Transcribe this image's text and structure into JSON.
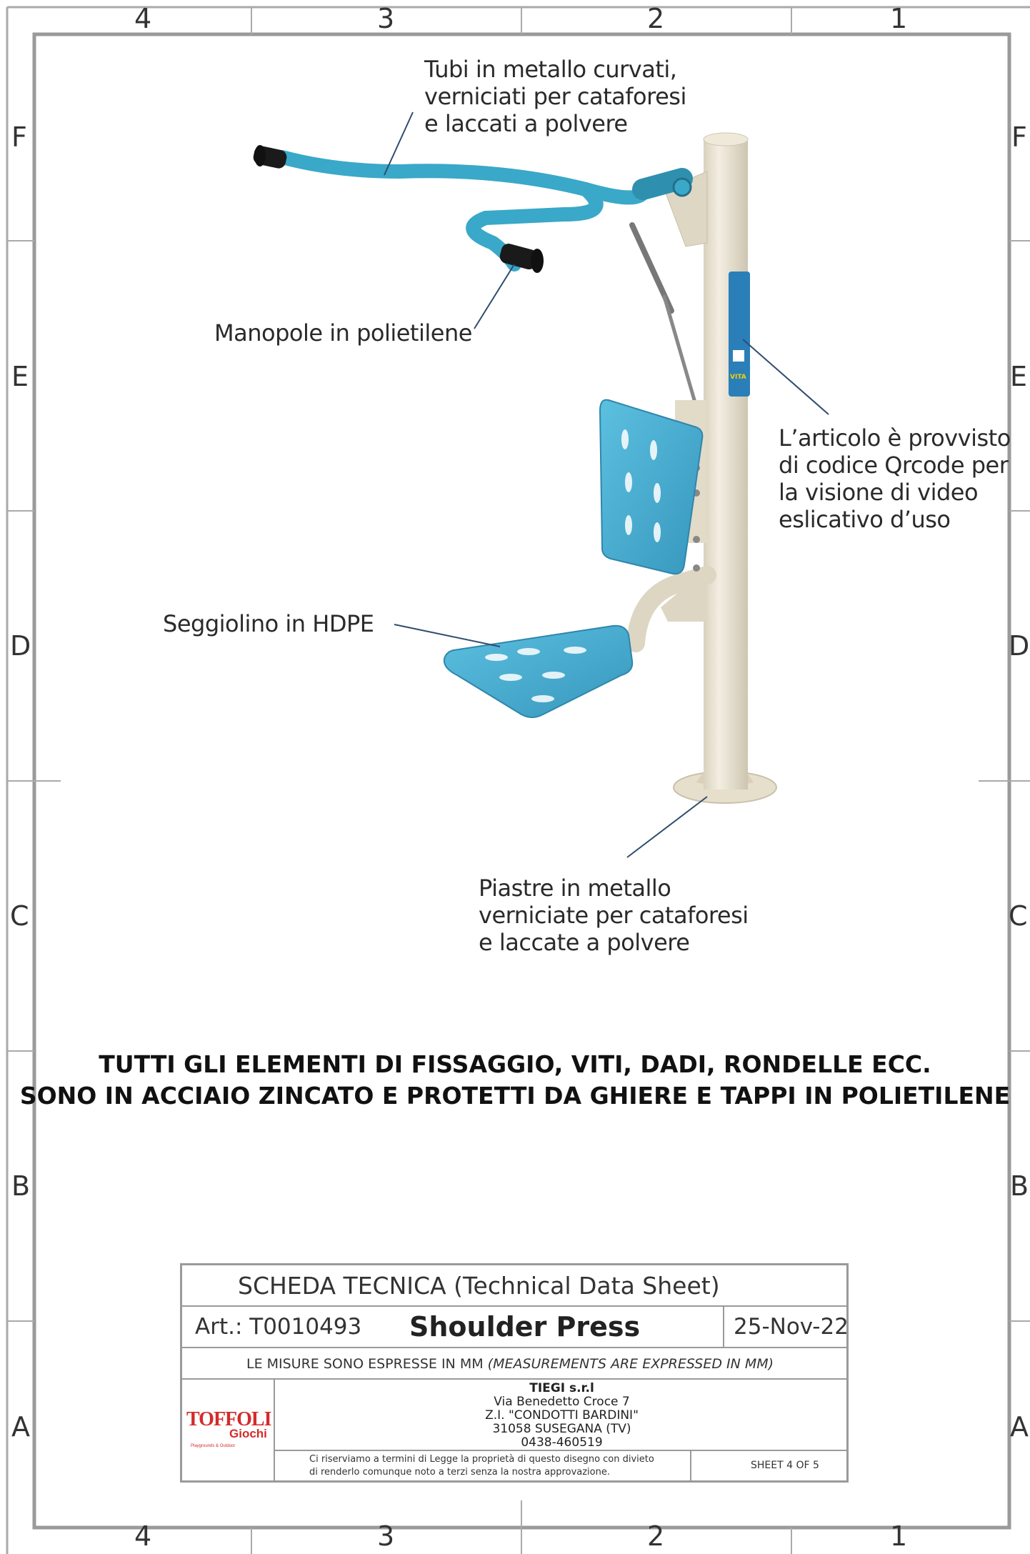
{
  "frame": {
    "columns_top": [
      "4",
      "3",
      "2",
      "1"
    ],
    "columns_bottom": [
      "4",
      "3",
      "2",
      "1"
    ],
    "rows_left": [
      "F",
      "E",
      "D",
      "C",
      "B",
      "A"
    ],
    "rows_right": [
      "F",
      "E",
      "D",
      "C",
      "B",
      "A"
    ]
  },
  "callouts": {
    "tubes": [
      "Tubi in metallo curvati,",
      "verniciati per cataforesi",
      "e laccati a polvere"
    ],
    "handles": "Manopole in polietilene",
    "qrcode": [
      "L’articolo è provvisto",
      "di codice Qrcode per",
      "la visione di video",
      "eslicativo d’uso"
    ],
    "seat": "Seggiolino in HDPE",
    "plates": [
      "Piastre in metallo",
      "verniciate per cataforesi",
      "e laccate a polvere"
    ]
  },
  "notice": {
    "line1": "TUTTI GLI ELEMENTI DI FISSAGGIO, VITI, DADI, RONDELLE ECC.",
    "line2": "SONO IN ACCIAIO ZINCATO E PROTETTI DA GHIERE E TAPPI IN POLIETILENE"
  },
  "title_block": {
    "heading": "SCHEDA TECNICA (Technical Data Sheet)",
    "article_label": "Art.: T0010493",
    "product_name": "Shoulder Press",
    "date": "25-Nov-22",
    "measurements_plain": "LE MISURE SONO ESPRESSE IN MM",
    "measurements_italic": "(MEASUREMENTS ARE EXPRESSED IN MM)",
    "company": {
      "name": "TIEGI s.r.l",
      "street": "Via Benedetto Croce 7",
      "zone": "Z.I. \"CONDOTTI BARDINI\"",
      "city": "31058 SUSEGANA (TV)",
      "phone": "0438-460519"
    },
    "logo": {
      "word1": "TOFFOLI",
      "word2": "Giochi",
      "tagline": "Playgrounds & Outdoor"
    },
    "legal_line1": "Ci riserviamo a termini di Legge la proprietà di questo disegno con divieto",
    "legal_line2": "di renderlo comunque noto a terzi senza la nostra approvazione.",
    "sheet": "SHEET 4 OF 5"
  },
  "product_label": {
    "brand": "VITA"
  },
  "colors": {
    "tube_blue": "#3aa8c8",
    "seat_blue": "#4bb0d3",
    "post_cream": "#e9e3d3",
    "handle_black": "#1a1a1a",
    "frame_gray": "#9a9a9a",
    "logo_red": "#d42b2b"
  }
}
